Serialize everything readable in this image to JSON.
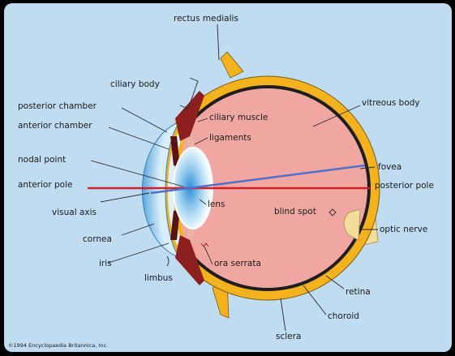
{
  "diagram": {
    "labels": {
      "rectus_medialis": "rectus medialis",
      "ciliary_body": "ciliary body",
      "posterior_chamber": "posterior chamber",
      "anterior_chamber": "anterior chamber",
      "nodal_point": "nodal point",
      "anterior_pole": "anterior pole",
      "visual_axis": "visual axis",
      "cornea": "cornea",
      "iris": "iris",
      "limbus": "limbus",
      "ciliary_muscle": "ciliary muscle",
      "ligaments": "ligaments",
      "lens": "lens",
      "ora_serrata": "ora serrata",
      "vitreous_body": "vitreous body",
      "fovea": "fovea",
      "posterior_pole": "posterior pole",
      "blind_spot": "blind spot",
      "optic_nerve": "optic nerve",
      "retina": "retina",
      "choroid": "choroid",
      "sclera": "sclera"
    },
    "copyright": "©1994 Encyclopaedia Britannica, Inc.",
    "colors": {
      "background": "#bfdcf0",
      "sclera": "#f3b21e",
      "vitreous": "#f0a7a2",
      "ciliary": "#8e1f1f",
      "cornea": "#5aa8dc",
      "lens": "#bfe2f6",
      "optical_axis": "#d0202a",
      "visual_axis": "#5070c8",
      "optic_nerve": "#f4dc9a"
    }
  }
}
